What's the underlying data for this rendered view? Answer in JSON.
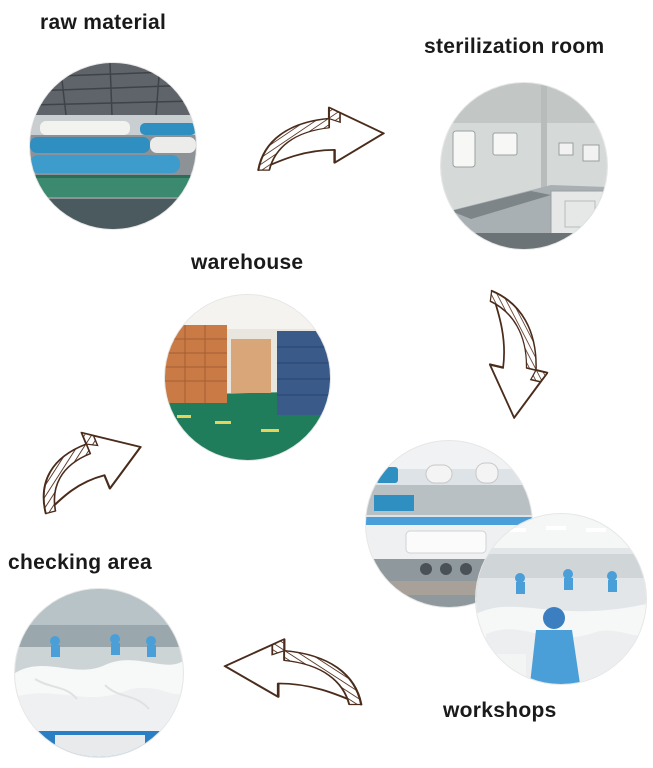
{
  "stages": {
    "raw_material": "raw material",
    "sterilization_room": "sterilization room",
    "warehouse": "warehouse",
    "checking_area": "checking area",
    "workshops": "workshops"
  },
  "colors": {
    "arrow_stroke": "#4a2c1c",
    "hatch": "#5a3826",
    "label_text": "#1a1a1a",
    "floor_green": "#1f7d5c",
    "fabric_blue": "#2f8fc0",
    "box_brown": "#c97a45",
    "worker_blue": "#4a9fd8",
    "steel_grey": "#a9b0b3"
  },
  "icons": [
    "curved-arrow-icon",
    "curved-arrow-icon",
    "curved-arrow-icon",
    "curved-arrow-icon"
  ]
}
